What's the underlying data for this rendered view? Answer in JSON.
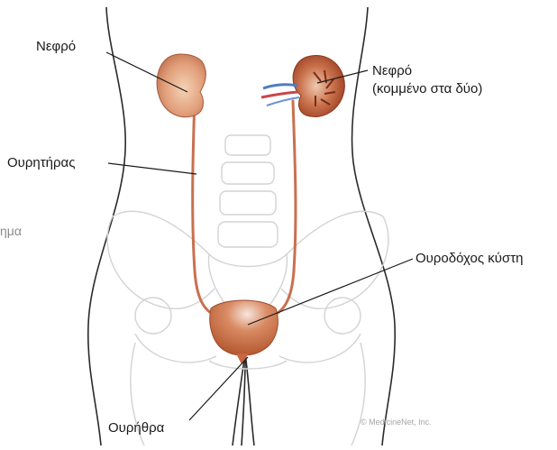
{
  "labels": {
    "kidney_left": "Νεφρό",
    "kidney_right_line1": "Νεφρό",
    "kidney_right_line2": "(κομμένο στα δύο)",
    "ureter": "Ουρητήρας",
    "bladder": "Ουροδόχος κύστη",
    "urethra": "Ουρήθρα"
  },
  "side_text": "ημα",
  "credit": "© MedicineNet, Inc.",
  "colors": {
    "kidney": "#d98a68",
    "kidney_light": "#f1c6a7",
    "bladder": "#c8663f",
    "ureter": "#c9704f",
    "outline": "#2a2a2a",
    "bone": "#d3d3d3"
  }
}
